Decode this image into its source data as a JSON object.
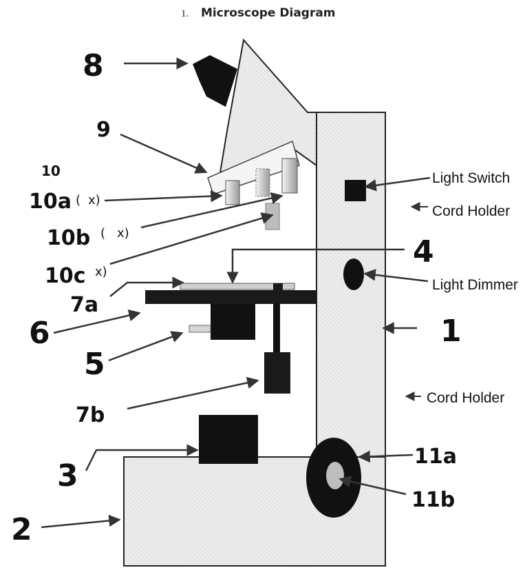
{
  "header": {
    "number": "1.",
    "title": "Microscope Diagram"
  },
  "labels": {
    "n8": "8",
    "n9": "9",
    "n10": "10",
    "n10a": "10a",
    "n10b": "10b",
    "n10c": "10c",
    "paren_open": "(",
    "x_mark": "x)",
    "n4": "4",
    "n7a": "7a",
    "n6": "6",
    "n5": "5",
    "n7b": "7b",
    "n3": "3",
    "n2": "2",
    "n1": "1",
    "n11a": "11a",
    "n11b": "11b"
  },
  "parts": {
    "light_switch": "Light Switch",
    "cord_holder_top": "Cord Holder",
    "light_dimmer": "Light Dimmer",
    "cord_holder_bottom": "Cord Holder"
  },
  "colors": {
    "body": "#e9e9e9",
    "dark": "#111111",
    "stage": "#1a1a1a",
    "arrow": "#333333"
  }
}
